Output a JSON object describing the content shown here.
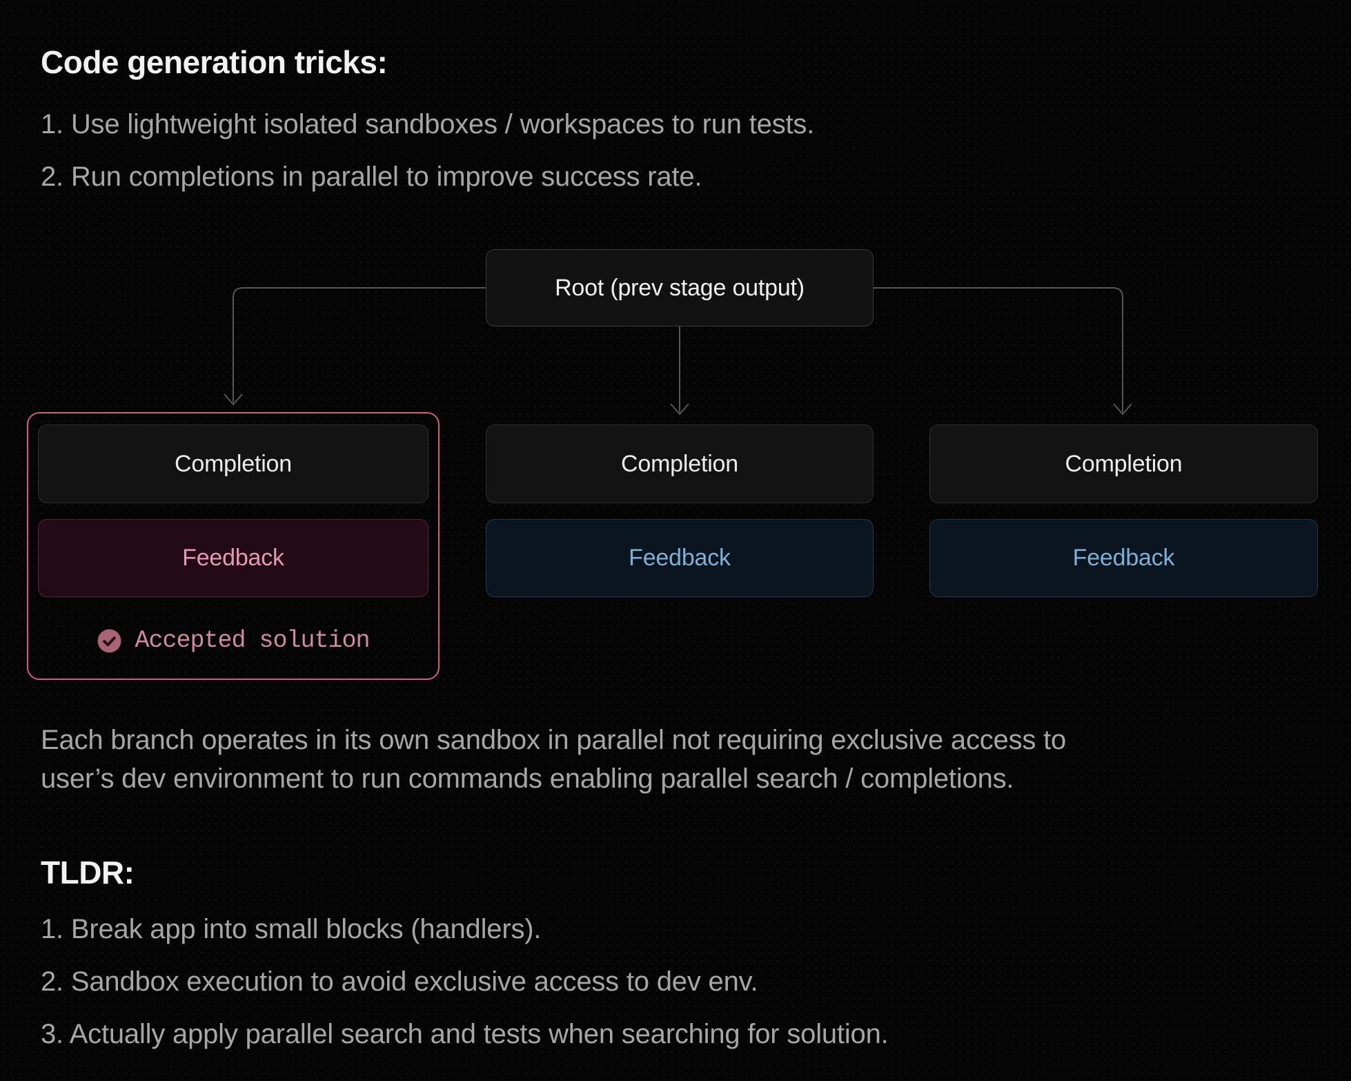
{
  "intro": {
    "heading": "Code generation tricks:",
    "items": [
      "1. Use lightweight isolated sandboxes / workspaces to run tests.",
      "2. Run completions in parallel to improve success rate."
    ]
  },
  "diagram": {
    "root_label": "Root (prev stage output)",
    "branches": [
      {
        "completion_label": "Completion",
        "feedback_label": "Feedback",
        "accepted_label": "Accepted solution",
        "highlighted": true
      },
      {
        "completion_label": "Completion",
        "feedback_label": "Feedback",
        "highlighted": false
      },
      {
        "completion_label": "Completion",
        "feedback_label": "Feedback",
        "highlighted": false
      }
    ],
    "colors": {
      "accent_rose_border": "#cf5d84",
      "rose_feedback_bg": "#230b16",
      "rose_feedback_text": "#e49ab4",
      "accepted_icon_bg": "#aa6277",
      "accepted_text": "#cf8aa2",
      "blue_feedback_bg": "#0a1520",
      "blue_feedback_border": "#1e3b52",
      "blue_feedback_text": "#7eafd6",
      "node_bg": "#131313",
      "connector": "#575757"
    }
  },
  "note": {
    "text": "Each branch operates in its own sandbox in parallel not requiring exclusive access to\nuser’s dev environment to run commands enabling parallel search / completions."
  },
  "tldr": {
    "heading": "TLDR:",
    "items": [
      "1. Break app into small blocks (handlers).",
      "2. Sandbox execution to avoid exclusive access to dev env.",
      "3. Actually apply parallel search and tests when searching for solution."
    ]
  }
}
